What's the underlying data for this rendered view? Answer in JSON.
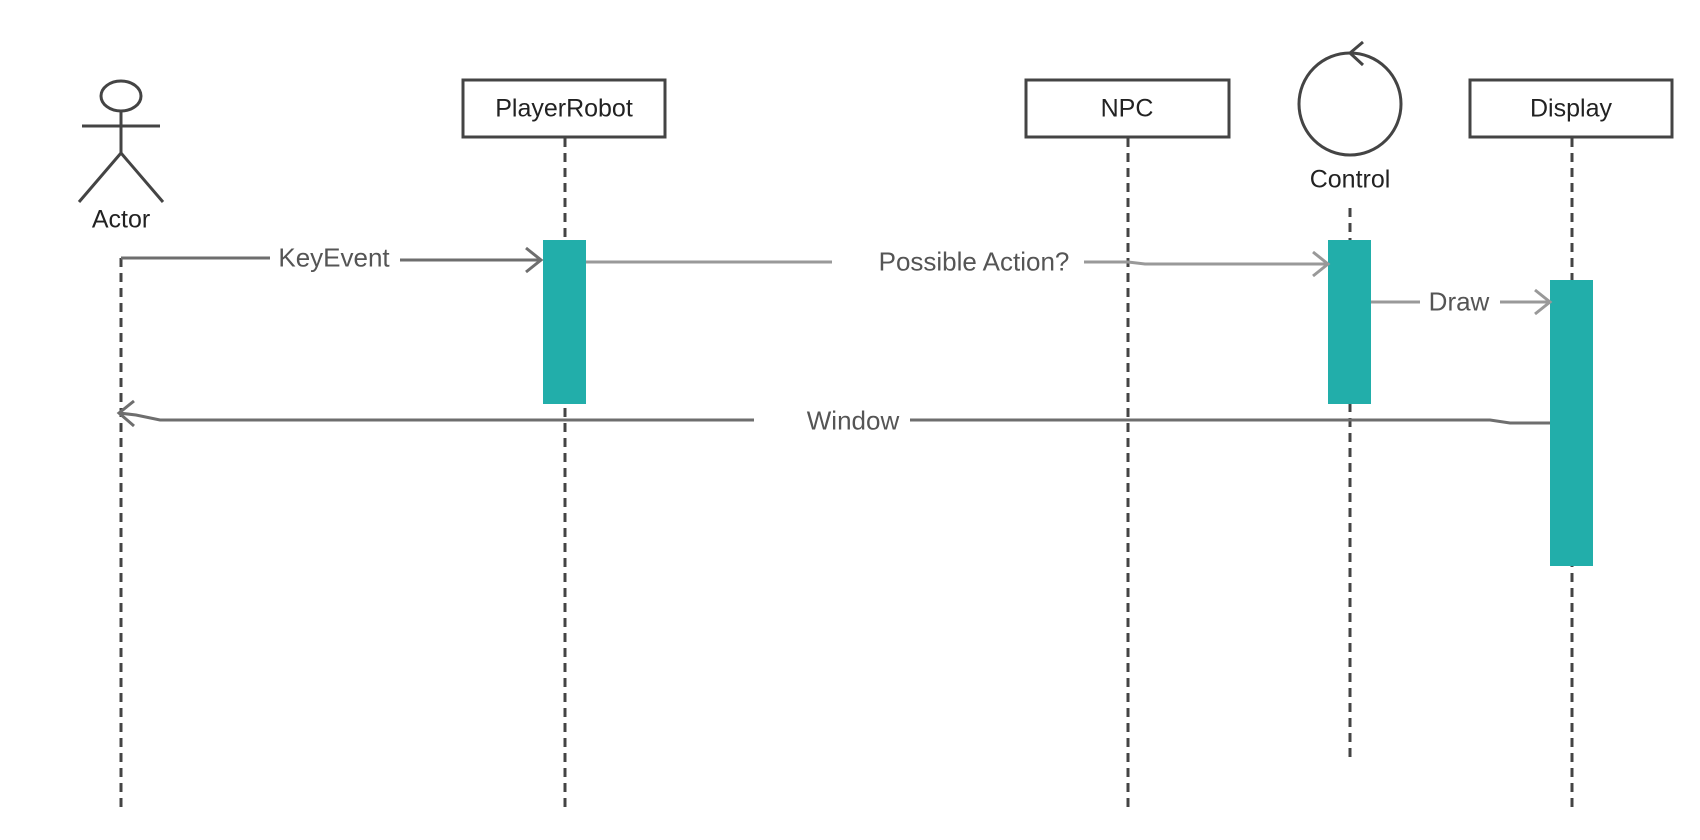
{
  "participants": [
    {
      "id": "actor",
      "kind": "actor",
      "label": "Actor",
      "icon": "stick-figure-icon"
    },
    {
      "id": "playerrobot",
      "kind": "box",
      "label": "PlayerRobot"
    },
    {
      "id": "npc",
      "kind": "box",
      "label": "NPC"
    },
    {
      "id": "control",
      "kind": "control",
      "label": "Control",
      "icon": "control-circle-icon"
    },
    {
      "id": "display",
      "kind": "box",
      "label": "Display"
    }
  ],
  "messages": [
    {
      "id": "keyevent",
      "from": "actor",
      "to": "playerrobot",
      "label": "KeyEvent"
    },
    {
      "id": "possible-action",
      "from": "playerrobot",
      "to": "control",
      "label": "Possible Action?"
    },
    {
      "id": "draw",
      "from": "control",
      "to": "display",
      "label": "Draw"
    },
    {
      "id": "window",
      "from": "display",
      "to": "actor",
      "label": "Window"
    }
  ],
  "colors": {
    "activation": "#22aeaa",
    "lifeline": "#444444",
    "arrow_dark": "#6e6e6e",
    "arrow_light": "#999999",
    "box_border": "#444444"
  }
}
